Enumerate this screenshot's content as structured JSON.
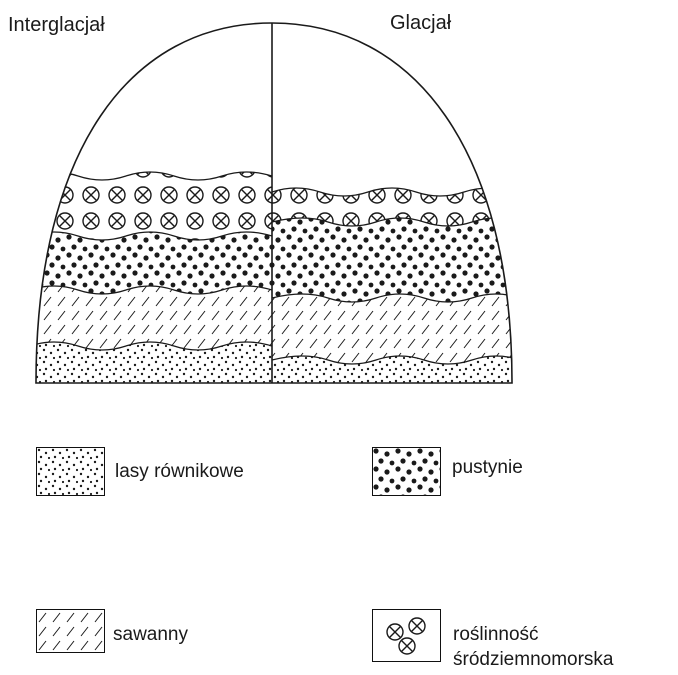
{
  "diagram": {
    "left_title": "Interglacjał",
    "right_title": "Glacjał"
  },
  "legend": [
    {
      "key": "lasy",
      "label": "lasy równikowe",
      "pattern": "fine-dots"
    },
    {
      "key": "pustynie",
      "label": "pustynie",
      "pattern": "heavy-dots"
    },
    {
      "key": "sawanny",
      "label": "sawanny",
      "pattern": "diagonal-hatch"
    },
    {
      "key": "srodziemnomorska",
      "label": "roślinność śródziemnomorska",
      "pattern": "circled-x"
    }
  ],
  "colors": {
    "ink": "#1a1a1a",
    "background": "#ffffff"
  }
}
